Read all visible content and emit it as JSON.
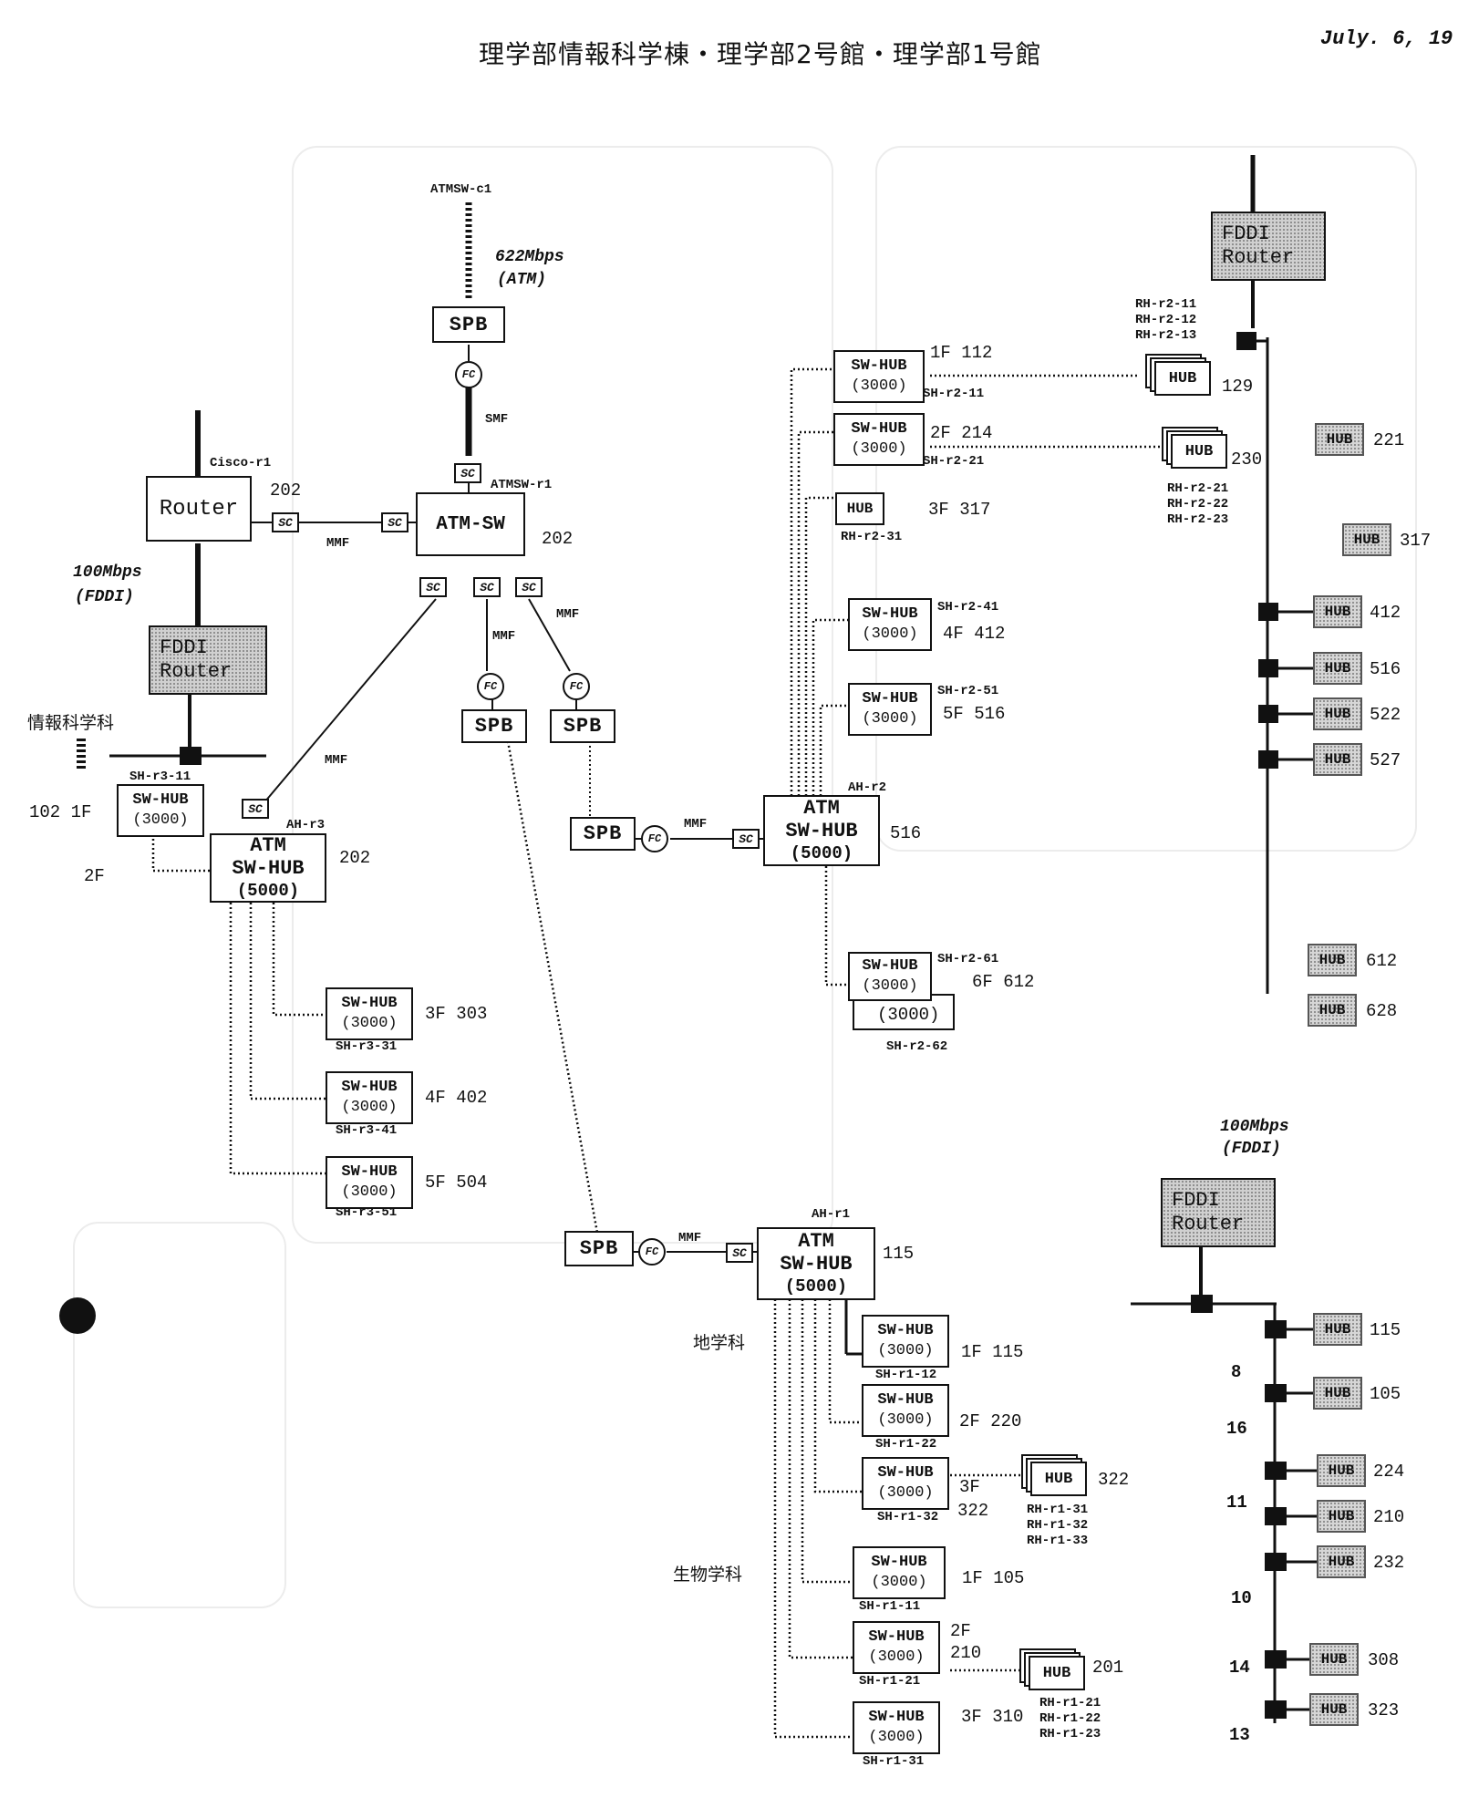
{
  "header": {
    "title": "理学部情報科学棟・理学部2号館・理学部1号館",
    "date": "July. 6, 19"
  },
  "upper": {
    "atmsw_c1": "ATMSW-c1",
    "bw622": "622Mbps",
    "bw622_sub": "(ATM)",
    "spb": "SPB",
    "fc": "FC",
    "sc": "SC",
    "smf": "SMF",
    "atmsw_r1": "ATMSW-r1",
    "atmsw_box": "ATM-SW",
    "atmsw_room": "202",
    "mmf": "MMF"
  },
  "left": {
    "cisco": "Cisco-r1",
    "router": "Router",
    "router_room": "202",
    "bw100": "100Mbps",
    "bw100_sub": "(FDDI)",
    "fddi1": "FDDI",
    "fddi2": "Router",
    "dept": "情報科学科",
    "sh_r3_11": "SH-r3-11",
    "floor1": "102  1F",
    "floor2": "2F",
    "sw": "SW-HUB",
    "m3000": "(3000)",
    "ah_r3": "AH-r3",
    "atm1": "ATM",
    "atm2": "SW-HUB",
    "atm3": "(5000)",
    "atm_room": "202",
    "s3f": "3F  303",
    "sh_r3_31": "SH-r3-31",
    "s4f": "4F  402",
    "sh_r3_41": "SH-r3-41",
    "s5f": "5F  504",
    "sh_r3_51": "SH-r3-51"
  },
  "r2": {
    "ah_r2": "AH-r2",
    "atm_room": "516",
    "f1": "1F  112",
    "sh11": "SH-r2-11",
    "f2": "2F  214",
    "sh21": "SH-r2-21",
    "hub": "HUB",
    "f3": "3F  317",
    "rh31": "RH-r2-31",
    "sh41": "SH-r2-41",
    "f4": "4F  412",
    "sh51": "SH-r2-51",
    "f5": "5F  516",
    "sh61": "SH-r2-61",
    "f6": "6F  612",
    "sh62": "SH-r2-62",
    "rh11": "RH-r2-11",
    "rh12": "RH-r2-12",
    "rh13": "RH-r2-13",
    "n129": "129",
    "n230": "230",
    "rh21": "RH-r2-21",
    "rh22": "RH-r2-22",
    "rh23": "RH-r2-23",
    "fddi1": "FDDI",
    "fddi2": "Router",
    "hubs": [
      "221",
      "317",
      "412",
      "516",
      "522",
      "527",
      "612",
      "628"
    ]
  },
  "r1": {
    "ah_r1": "AH-r1",
    "atm_room": "115",
    "dept_geo": "地学科",
    "dept_bio": "生物学科",
    "f1": "1F  115",
    "sh12": "SH-r1-12",
    "f2": "2F   220",
    "sh22": "SH-r1-22",
    "f3a": "3F",
    "f3b": "322",
    "sh32": "SH-r1-32",
    "n322": "322",
    "rh31": "RH-r1-31",
    "rh32": "RH-r1-32",
    "rh33": "RH-r1-33",
    "b1": "1F  105",
    "sh11": "SH-r1-11",
    "b2a": "2F",
    "b2b": "210",
    "sh21": "SH-r1-21",
    "n201": "201",
    "rh21": "RH-r1-21",
    "rh22": "RH-r1-22",
    "rh23": "RH-r1-23",
    "b3": "3F  310",
    "sh31": "SH-r1-31",
    "bw100": "100Mbps",
    "bw100_sub": "(FDDI)",
    "fddi1": "FDDI",
    "fddi2": "Router",
    "hubs": [
      "115",
      "105",
      "224",
      "210",
      "232",
      "308",
      "323"
    ],
    "counts": [
      "8",
      "16",
      "11",
      "10",
      "14",
      "13"
    ]
  }
}
